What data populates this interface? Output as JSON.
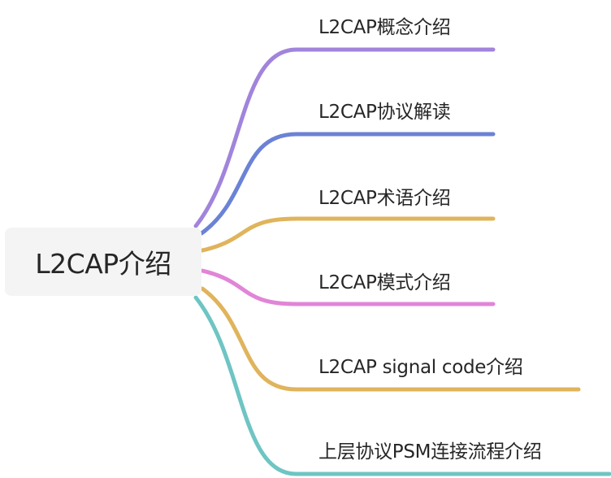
{
  "root": {
    "label": "L2CAP介绍"
  },
  "branches": [
    {
      "label": "L2CAP概念介绍",
      "color": "#a184dc"
    },
    {
      "label": "L2CAP协议解读",
      "color": "#6b82d6"
    },
    {
      "label": "L2CAP术语介绍",
      "color": "#e0b45c"
    },
    {
      "label": "L2CAP模式介绍",
      "color": "#e185d8"
    },
    {
      "label": "L2CAP signal code介绍",
      "color": "#e0b45c"
    },
    {
      "label": "上层协议PSM连接流程介绍",
      "color": "#6ec5c3"
    }
  ]
}
